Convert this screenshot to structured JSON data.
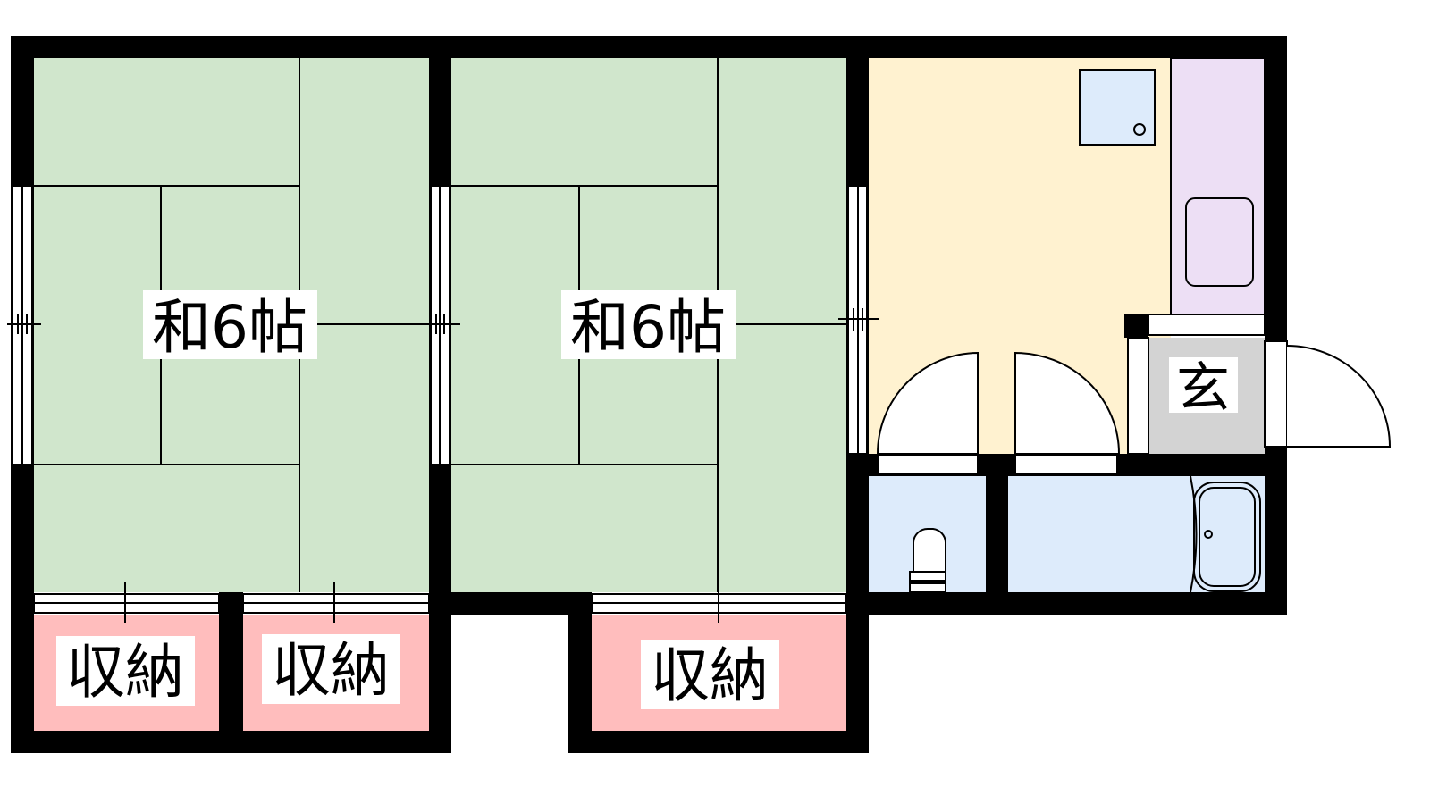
{
  "rooms": {
    "room1": {
      "label": "和6帖"
    },
    "room2": {
      "label": "和6帖"
    },
    "storage1": {
      "label": "収納"
    },
    "storage2": {
      "label": "収納"
    },
    "storage3": {
      "label": "収納"
    },
    "entrance": {
      "label": "玄"
    }
  },
  "colors": {
    "tatami": "#D0E6CC",
    "kitchen": "#FFF2D0",
    "counter": "#EDDFF5",
    "wet": "#DDEBFB",
    "storage": "#FFBDBD",
    "entrance": "#D3D3D3",
    "wall": "#000000"
  }
}
